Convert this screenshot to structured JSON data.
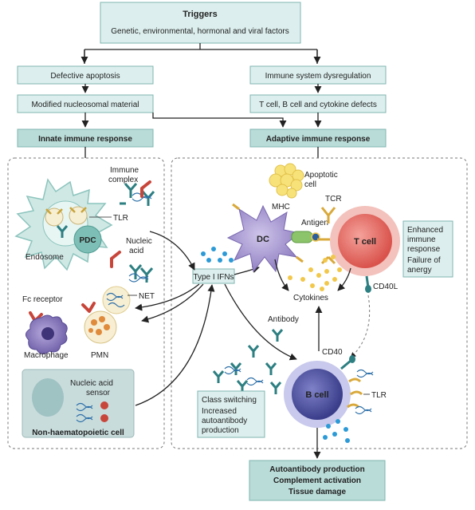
{
  "triggers": {
    "title": "Triggers",
    "subtitle": "Genetic, environmental, hormonal and viral factors"
  },
  "left_chain": {
    "box1": "Defective apoptosis",
    "box2": "Modified nucleosomal material",
    "header": "Innate immune response"
  },
  "right_chain": {
    "box1": "Immune system dysregulation",
    "box2": "T cell, B cell and cytokine defects",
    "header": "Adaptive immune response"
  },
  "innate_panel": {
    "immune_complex": [
      "Immune",
      "complex"
    ],
    "tlr": "TLR",
    "pdc": "PDC",
    "endosome": "Endosome",
    "nucleic_acid": [
      "Nucleic",
      "acid"
    ],
    "net": "NET",
    "fc_receptor": "Fc receptor",
    "macrophage": "Macrophage",
    "pmn": "PMN",
    "sensor": [
      "Nucleic acid",
      "sensor"
    ],
    "non_haem": "Non-haematopoietic cell"
  },
  "center": {
    "type1_ifns": "Type I IFNs"
  },
  "adaptive_panel": {
    "apoptotic_cell": [
      "Apoptotic",
      "cell"
    ],
    "mhc": "MHC",
    "tcr": "TCR",
    "dc": "DC",
    "antigen": "Antigen",
    "t_cell": "T cell",
    "enhanced": [
      "Enhanced",
      "immune",
      "response",
      "Failure of",
      "anergy"
    ],
    "cd40l": "CD40L",
    "cytokines": "Cytokines",
    "antibody": "Antibody",
    "cd40": "CD40",
    "b_cell": "B cell",
    "tlr": "TLR",
    "class_switching": [
      "Class switching",
      "Increased",
      "autoantibody",
      "production"
    ]
  },
  "outcome": {
    "line1": "Autoantibody production",
    "line2": "Complement activation",
    "line3": "Tissue damage"
  },
  "colors": {
    "box_fill": "#dcefee",
    "box_stroke": "#7fb5b0",
    "header_fill": "#b9dcd8",
    "pdc": "#cfe8e4",
    "dc": "#a99bd0",
    "tcell": "#e2665f",
    "bcell": "#4f52a6",
    "receptor": "#2d7f82",
    "red": "#c8453a",
    "yellow": "#f2c84b",
    "blue_dot": "#2c9ad6"
  }
}
